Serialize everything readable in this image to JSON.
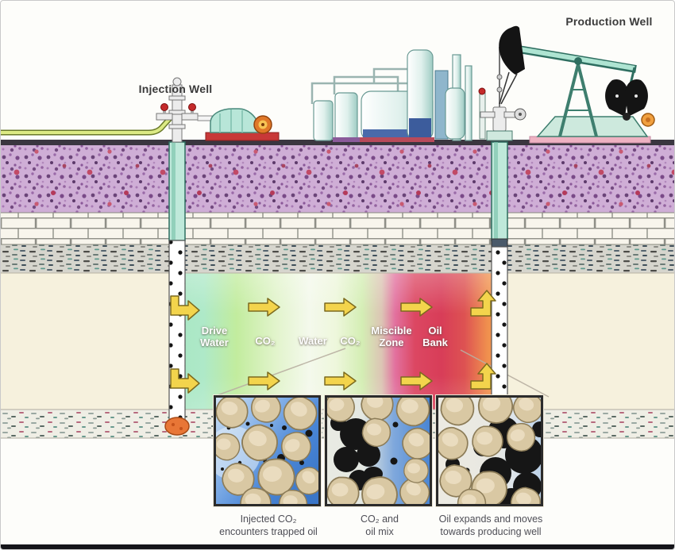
{
  "labels": {
    "injection_well": "Injection Well",
    "production_well": "Production Well"
  },
  "flood_zone": {
    "labels": [
      "Drive Water",
      "CO₂",
      "Water",
      "CO₂",
      "Miscible Zone",
      "Oil Bank"
    ]
  },
  "insets": [
    {
      "caption_line1": "Injected CO₂",
      "caption_line2": "encounters trapped oil"
    },
    {
      "caption_line1": "CO₂ and",
      "caption_line2": "oil mix"
    },
    {
      "caption_line1": "Oil expands and moves",
      "caption_line2": "towards producing well"
    }
  ],
  "colors": {
    "arrow_yellow": "#f3d44c",
    "casing_teal": "#bfe9da",
    "drive_water_green": "#a9e6c4",
    "co2_green": "#c2ec9e",
    "water_white": "#f4f9ec",
    "miscible_pink": "#e2718f",
    "oil_bank_red": "#d83d58",
    "oil_orange": "#f0904e",
    "rock_purple": "#cfaed6",
    "oil_black": "#161616",
    "pore_water_blue": "#4a86d6",
    "sand_grain_tan": "#d9c8a3"
  }
}
